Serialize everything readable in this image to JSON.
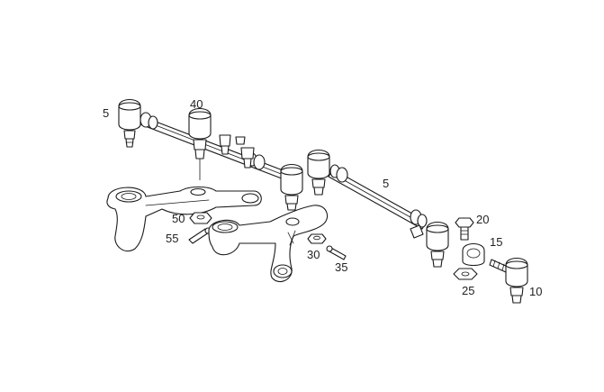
{
  "callouts": {
    "c5_left": "5",
    "c40": "40",
    "c5_right": "5",
    "c20": "20",
    "c15": "15",
    "c25": "25",
    "c10": "10",
    "c50": "50",
    "c55": "55",
    "c30": "30",
    "c35": "35"
  },
  "colors": {
    "line": "#1a1a1a",
    "label": "#222222",
    "background": "#ffffff"
  }
}
